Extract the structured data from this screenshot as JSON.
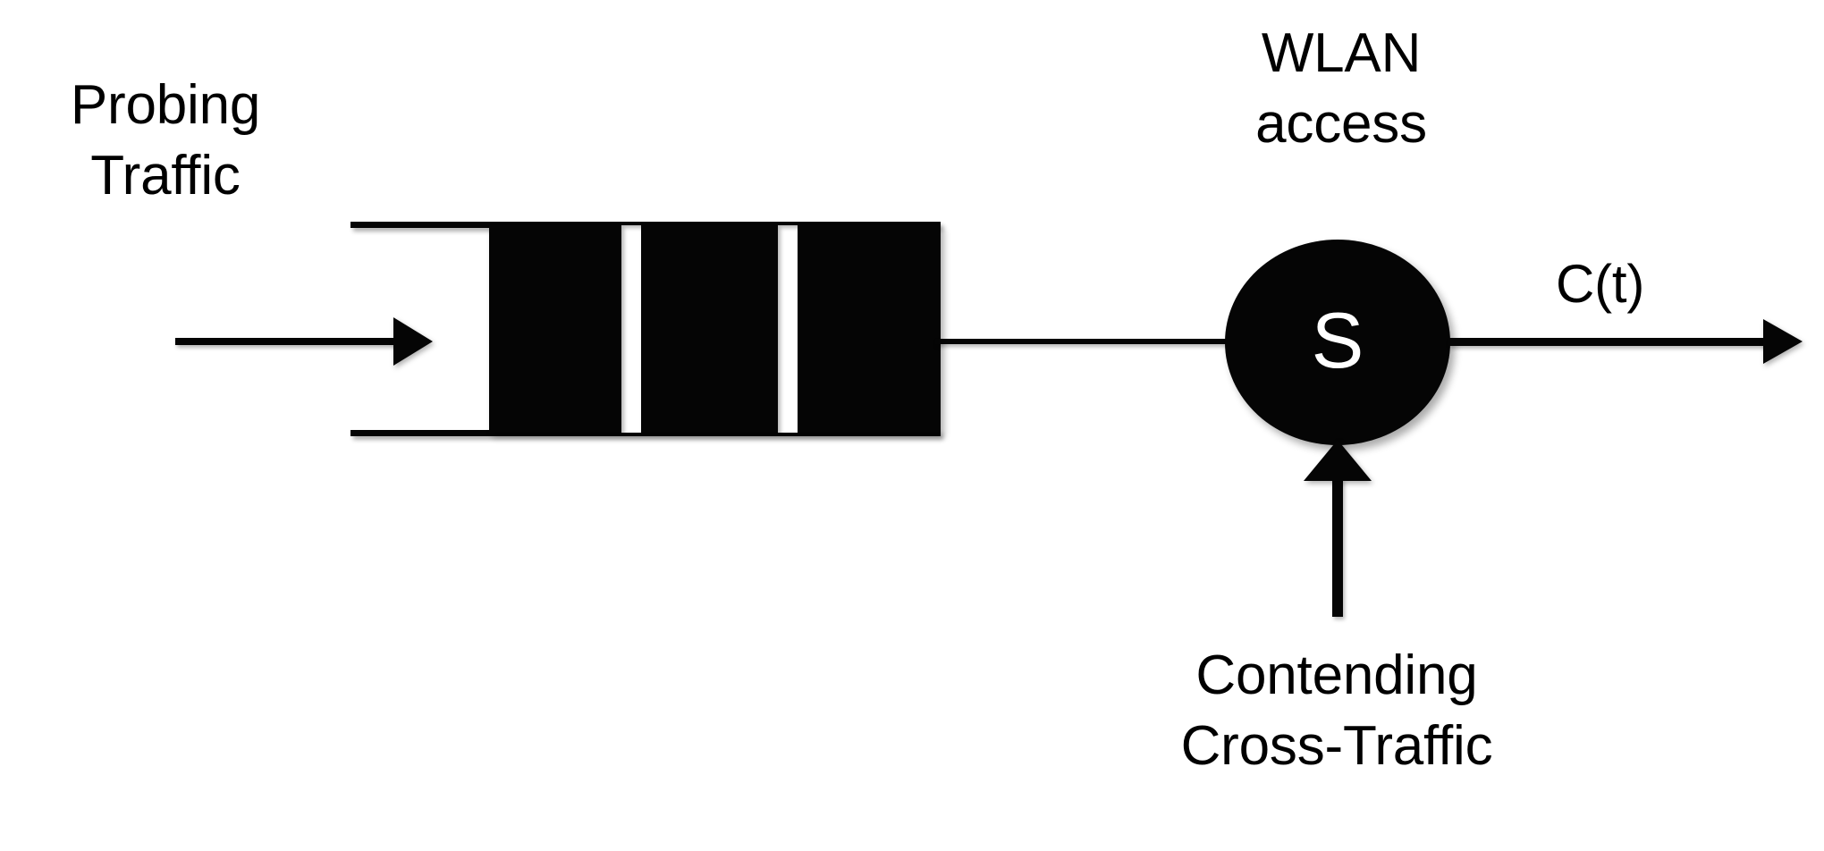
{
  "diagram": {
    "title": "WLAN probing / contending cross-traffic queueing model",
    "background_color": "#ffffff",
    "ink_color": "#050505",
    "node_text_color": "#ffffff"
  },
  "labels": {
    "probing_traffic": "Probing\nTraffic",
    "wlan_access": "WLAN\naccess",
    "capacity": "C(t)",
    "contending_cross_traffic": "Contending\nCross-Traffic"
  },
  "nodes": {
    "server": {
      "id": "S",
      "label": "S",
      "shape": "ellipse",
      "fill": "#050505",
      "text_color": "#ffffff"
    }
  },
  "queue": {
    "name": "packet-queue",
    "rails": 2,
    "packets": 3,
    "gaps": 2,
    "fill": "#050505"
  },
  "edges": {
    "inbound": {
      "name": "probing-traffic-arrow",
      "direction": "right",
      "label": "Probing Traffic"
    },
    "queue_to_server": {
      "name": "queue-to-server-link",
      "direction": "right",
      "label": ""
    },
    "outbound": {
      "name": "service-output-arrow",
      "direction": "right",
      "label": "C(t)"
    },
    "cross_traffic": {
      "name": "cross-traffic-arrow",
      "direction": "up",
      "label": "Contending Cross-Traffic"
    }
  }
}
